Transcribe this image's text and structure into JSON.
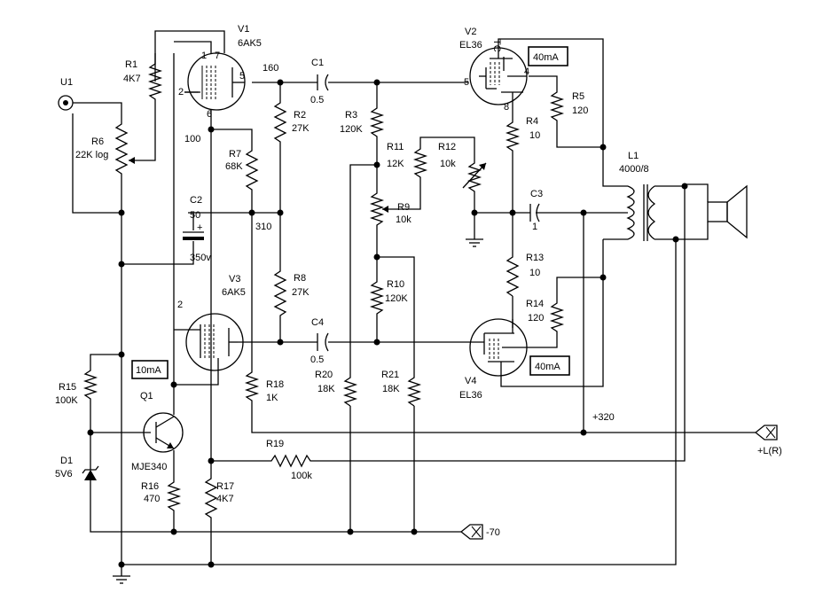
{
  "components": {
    "U1": {
      "ref": "U1"
    },
    "R6": {
      "ref": "R6",
      "value": "22K log"
    },
    "R1": {
      "ref": "R1",
      "value": "4K7"
    },
    "V1": {
      "ref": "V1",
      "type": "6AK5",
      "pin1": "1",
      "pin7": "7",
      "pin2": "2",
      "pin5": "5",
      "pin6": "6"
    },
    "node160": "160",
    "node100": "100",
    "node310": "310",
    "C1": {
      "ref": "C1",
      "value": "0.5"
    },
    "R2": {
      "ref": "R2",
      "value": "27K"
    },
    "R7": {
      "ref": "R7",
      "value": "68K"
    },
    "C2": {
      "ref": "C2",
      "value": "50",
      "voltage": "350v",
      "plus": "+"
    },
    "R3": {
      "ref": "R3",
      "value": "120K"
    },
    "R11": {
      "ref": "R11",
      "value": "12K"
    },
    "R12": {
      "ref": "R12",
      "value": "10k"
    },
    "R9": {
      "ref": "R9",
      "value": "10k"
    },
    "R10": {
      "ref": "R10",
      "value": "120K"
    },
    "R8": {
      "ref": "R8",
      "value": "27K"
    },
    "V2": {
      "ref": "V2",
      "type": "EL36",
      "pinTC": "TC",
      "pin5": "5",
      "pin4": "4",
      "pin8": "8"
    },
    "V2_current": "40mA",
    "R5": {
      "ref": "R5",
      "value": "120"
    },
    "R4": {
      "ref": "R4",
      "value": "10"
    },
    "C3": {
      "ref": "C3",
      "value": "1"
    },
    "L1": {
      "ref": "L1",
      "value": "4000/8"
    },
    "R13": {
      "ref": "R13",
      "value": "10"
    },
    "R14": {
      "ref": "R14",
      "value": "120"
    },
    "V4": {
      "ref": "V4",
      "type": "EL36"
    },
    "V4_current": "40mA",
    "V3": {
      "ref": "V3",
      "type": "6AK5",
      "pin2": "2"
    },
    "C4": {
      "ref": "C4",
      "value": "0.5"
    },
    "V3_current": "10mA",
    "R15": {
      "ref": "R15",
      "value": "100K"
    },
    "Q1": {
      "ref": "Q1",
      "type": "MJE340"
    },
    "D1": {
      "ref": "D1",
      "value": "5V6"
    },
    "R16": {
      "ref": "R16",
      "value": "470"
    },
    "R17": {
      "ref": "R17",
      "value": "4K7"
    },
    "R18": {
      "ref": "R18",
      "value": "1K"
    },
    "R20": {
      "ref": "R20",
      "value": "18K"
    },
    "R21": {
      "ref": "R21",
      "value": "18K"
    },
    "R19": {
      "ref": "R19",
      "value": "100k"
    }
  },
  "supplies": {
    "plus320": "+320",
    "minus70": "-70",
    "output": "+L(R)"
  }
}
